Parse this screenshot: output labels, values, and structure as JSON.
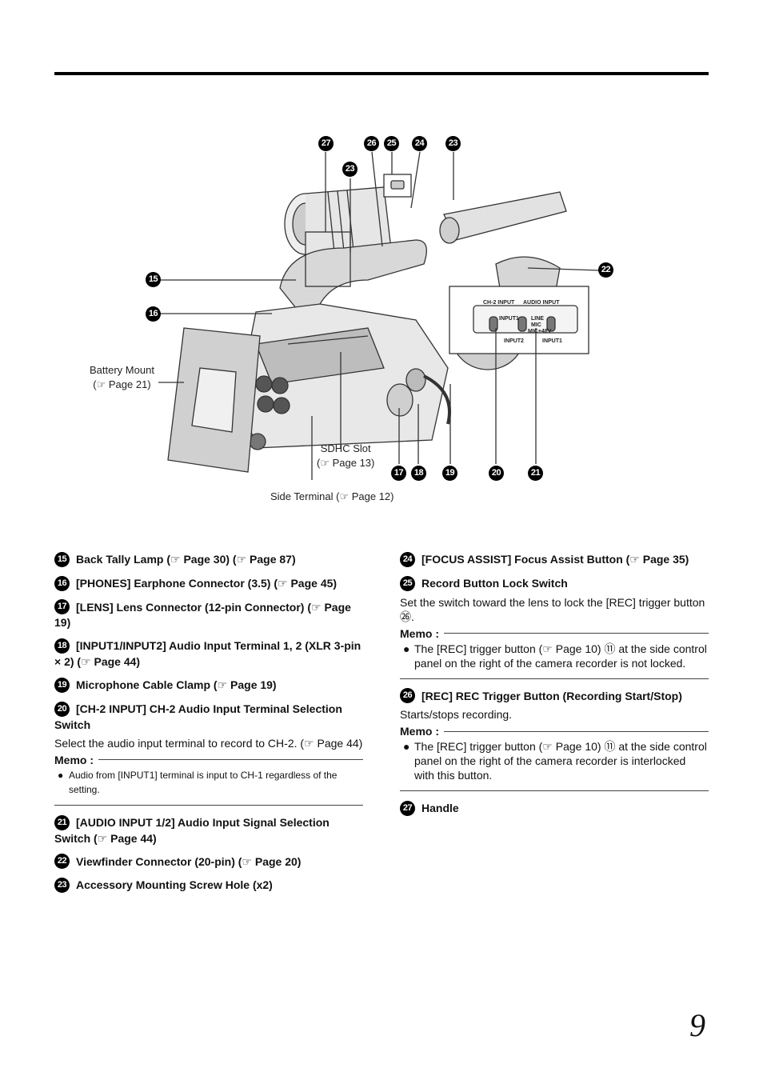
{
  "figure_callouts": {
    "battery_mount": "Battery Mount",
    "battery_mount_ref": "(☞ Page 21)",
    "sdhc_slot": "SDHC Slot",
    "sdhc_slot_ref": "(☞ Page 13)",
    "side_terminal": "Side Terminal (☞ Page 12)",
    "inset_ch2": "CH-2 INPUT",
    "inset_audio": "AUDIO INPUT",
    "inset_input1": "INPUT1",
    "inset_input2": "INPUT2",
    "inset_line": "LINE",
    "inset_mic": "MIC",
    "inset_mic48": "MIC+48V"
  },
  "figure_numbers": {
    "n15": "15",
    "n16": "16",
    "n17": "17",
    "n18": "18",
    "n19": "19",
    "n20": "20",
    "n21": "21",
    "n22": "22",
    "n23a": "23",
    "n23b": "23",
    "n24": "24",
    "n25": "25",
    "n26": "26",
    "n27": "27"
  },
  "left_column": [
    {
      "num": "15",
      "title": "Back Tally Lamp (☞ Page 30) (☞ Page 87)"
    },
    {
      "num": "16",
      "title": "[PHONES] Earphone Connector (3.5) (☞ Page 45)"
    },
    {
      "num": "17",
      "title": "[LENS] Lens Connector (12-pin Connector) (☞ Page 19)"
    },
    {
      "num": "18",
      "title": "[INPUT1/INPUT2] Audio Input Terminal 1, 2 (XLR 3-pin × 2) (☞ Page 44)"
    },
    {
      "num": "19",
      "title": "Microphone Cable Clamp (☞ Page 19)"
    },
    {
      "num": "20",
      "title": "[CH-2 INPUT] CH-2 Audio Input Terminal Selection Switch",
      "desc": "Select the audio input terminal to record to CH-2. (☞ Page 44)",
      "memo_title": "Memo :",
      "memo": "Audio from [INPUT1] terminal is input to CH-1 regardless of the setting."
    },
    {
      "num": "21",
      "title": "[AUDIO INPUT 1/2] Audio Input Signal Selection Switch (☞ Page 44)"
    },
    {
      "num": "22",
      "title": "Viewfinder Connector (20-pin) (☞ Page 20)"
    },
    {
      "num": "23",
      "title": "Accessory Mounting Screw Hole (x2)"
    }
  ],
  "right_column": [
    {
      "num": "24",
      "title": "[FOCUS ASSIST] Focus Assist Button (☞ Page 35)"
    },
    {
      "num": "25",
      "title": "Record Button Lock Switch",
      "desc": "Set the switch toward the lens to lock the [REC] trigger button ㉖.",
      "memo_title": "Memo :",
      "memo": "The [REC] trigger button (☞ Page 10) ⑪ at the side control panel on the right of the camera recorder is not locked."
    },
    {
      "num": "26",
      "title": "[REC] REC Trigger Button (Recording Start/Stop)",
      "desc": "Starts/stops recording.",
      "memo_title": "Memo :",
      "memo": "The [REC] trigger button (☞ Page 10) ⑪ at the side control panel on the right of the camera recorder is interlocked with this button."
    },
    {
      "num": "27",
      "title": "Handle"
    }
  ],
  "page_number": "9",
  "icons": {
    "bullet": "bullet-icon",
    "ref": "pointing-hand-icon"
  }
}
